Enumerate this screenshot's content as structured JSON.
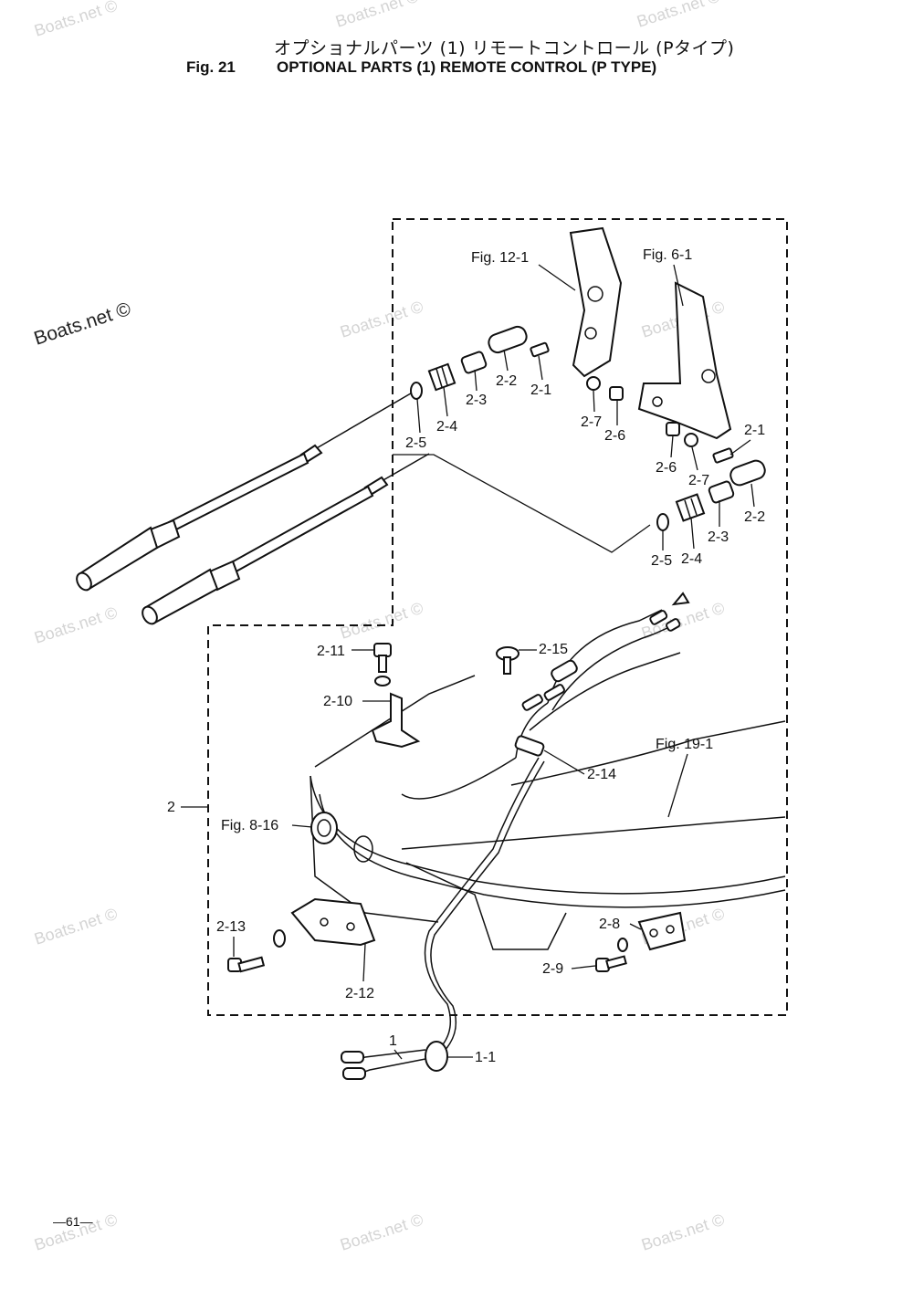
{
  "header": {
    "title_jp": "オプショナルパーツ (1) リモートコントロール (Pタイプ)",
    "fig_number": "Fig. 21",
    "title_en": "OPTIONAL PARTS (1) REMOTE CONTROL (P TYPE)"
  },
  "watermark": {
    "text": "Boats.net ©",
    "prominent": "Boats.net ©"
  },
  "references": {
    "fig_12_1": "Fig. 12-1",
    "fig_6_1": "Fig. 6-1",
    "fig_19_1": "Fig. 19-1",
    "fig_8_16": "Fig. 8-16"
  },
  "labels": {
    "top_left": {
      "p2_5": "2-5",
      "p2_4": "2-4",
      "p2_3": "2-3",
      "p2_2": "2-2",
      "p2_1": "2-1",
      "p2_7": "2-7",
      "p2_6": "2-6"
    },
    "top_right": {
      "p2_1": "2-1",
      "p2_6": "2-6",
      "p2_7": "2-7",
      "p2_3": "2-3",
      "p2_2": "2-2",
      "p2_5": "2-5",
      "p2_4": "2-4"
    },
    "lower": {
      "p2_11": "2-11",
      "p2_10": "2-10",
      "p2_15": "2-15",
      "p2_14": "2-14",
      "p2": "2",
      "p2_13": "2-13",
      "p2_12": "2-12",
      "p2_8": "2-8",
      "p2_9": "2-9",
      "p1": "1",
      "p1_1": "1-1"
    }
  },
  "footer": {
    "page": "—61—"
  }
}
